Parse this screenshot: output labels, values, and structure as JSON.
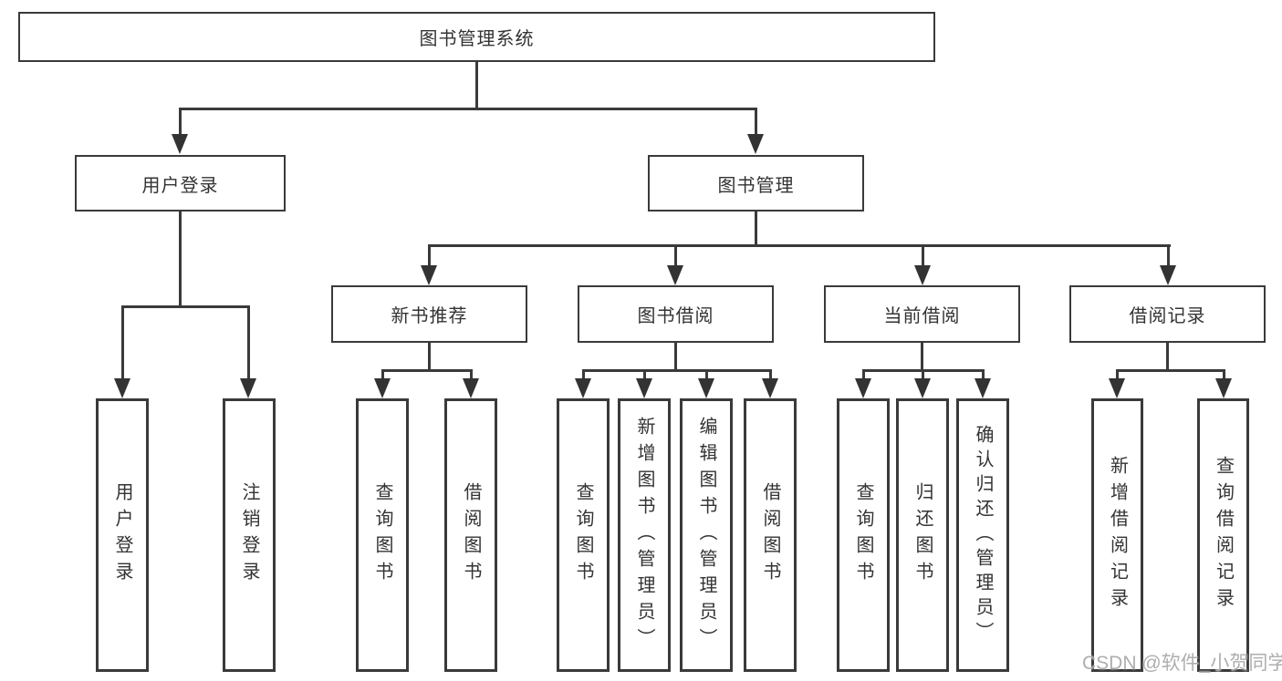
{
  "root": {
    "label": "图书管理系统"
  },
  "level2": [
    {
      "label": "用户登录"
    },
    {
      "label": "图书管理"
    }
  ],
  "level3": [
    {
      "label": "新书推荐"
    },
    {
      "label": "图书借阅"
    },
    {
      "label": "当前借阅"
    },
    {
      "label": "借阅记录"
    }
  ],
  "leaves": [
    {
      "label": "用户登录"
    },
    {
      "label": "注销登录"
    },
    {
      "label": "查询图书"
    },
    {
      "label": "借阅图书"
    },
    {
      "label": "查询图书"
    },
    {
      "label": "新增图书（管理员）"
    },
    {
      "label": "编辑图书（管理员）"
    },
    {
      "label": "借阅图书"
    },
    {
      "label": "查询图书"
    },
    {
      "label": "归还图书"
    },
    {
      "label": "确认归还（管理员）"
    },
    {
      "label": "新增借阅记录"
    },
    {
      "label": "查询借阅记录"
    }
  ],
  "watermark": "CSDN @软件_小贺同学",
  "colors": {
    "line": "#3a3a3a",
    "text": "#333333",
    "watermark": "#a5a5a5",
    "background": "#ffffff"
  }
}
